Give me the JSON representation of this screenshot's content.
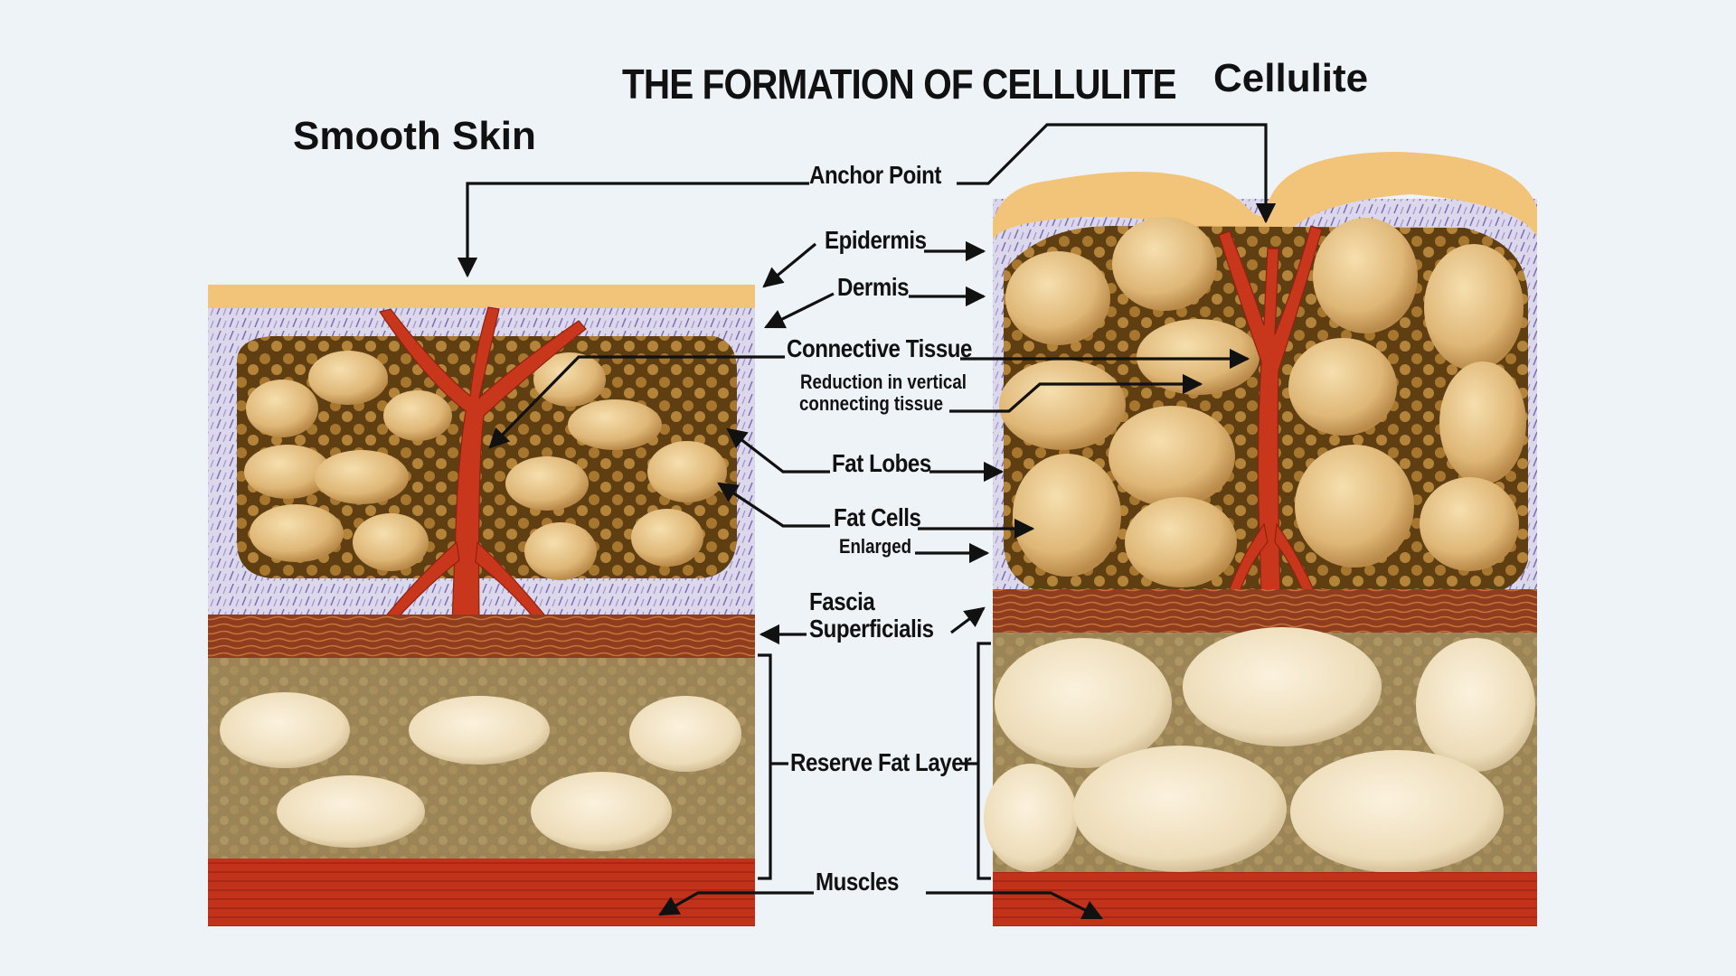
{
  "title": "THE FORMATION OF CELLULITE",
  "panels": {
    "left_title": "Smooth Skin",
    "right_title": "Cellulite"
  },
  "labels": {
    "anchor_point": "Anchor Point",
    "epidermis": "Epidermis",
    "dermis": "Dermis",
    "connective_tissue": "Connective Tissue",
    "reduction_line1": "Reduction in vertical",
    "reduction_line2": "connecting tissue",
    "fat_lobes": "Fat Lobes",
    "fat_cells": "Fat Cells",
    "enlarged": "Enlarged",
    "fascia_line1": "Fascia",
    "fascia_line2": "Superficialis",
    "reserve_fat": "Reserve Fat Layer",
    "muscles": "Muscles"
  },
  "colors": {
    "background": "#eef3f8",
    "epidermis": "#f2c47a",
    "dermis": "#d9d5ea",
    "fat_lobe_bg": "#6b4a1d",
    "fat_cell": "#e8c589",
    "connective_tissue": "#c8361c",
    "fascia": "#8a3b1c",
    "reserve_fat_bg": "#9c8557",
    "reserve_fat_cell": "#f1e4c8",
    "muscle": "#c0301a",
    "arrows": "#111111"
  }
}
